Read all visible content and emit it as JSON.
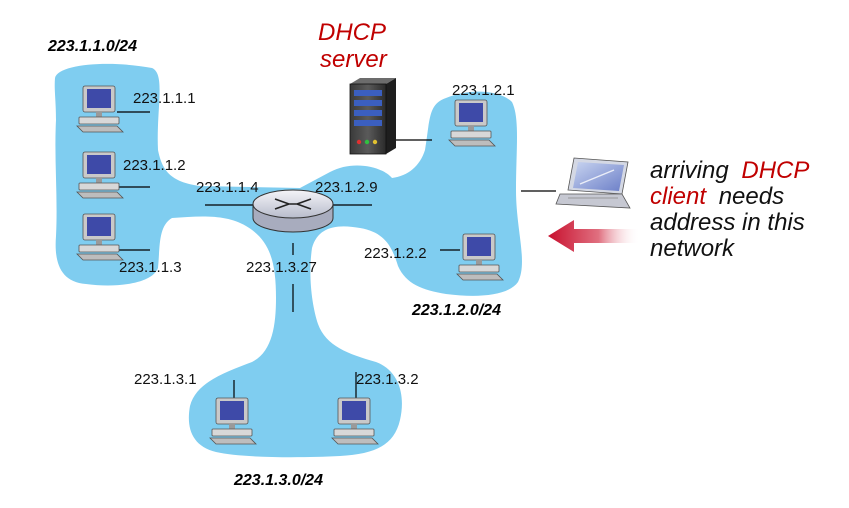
{
  "server_title": {
    "line1": "DHCP",
    "line2": "server"
  },
  "networks": {
    "left": "223.1.1.0/24",
    "right": "223.1.2.0/24",
    "bottom": "223.1.3.0/24"
  },
  "hosts": {
    "h1": "223.1.1.1",
    "h2": "223.1.1.2",
    "h3": "223.1.1.3",
    "h4": "223.1.2.1",
    "h5": "223.1.2.2",
    "h6": "223.1.3.1",
    "h7": "223.1.3.2"
  },
  "router_interfaces": {
    "left": "223.1.1.4",
    "right": "223.1.2.9",
    "bottom": "223.1.3.27"
  },
  "arriving_caption": {
    "w1": "arriving",
    "w2": "DHCP",
    "w3": "client",
    "w4": "needs",
    "line2": "address in this",
    "line3": "network"
  },
  "colors": {
    "network_fill": "#7fcdf0",
    "accent_red": "#c00000",
    "line": "#000000",
    "monitor_screen": "#3e4aa8",
    "arrow": "#c8102e"
  }
}
